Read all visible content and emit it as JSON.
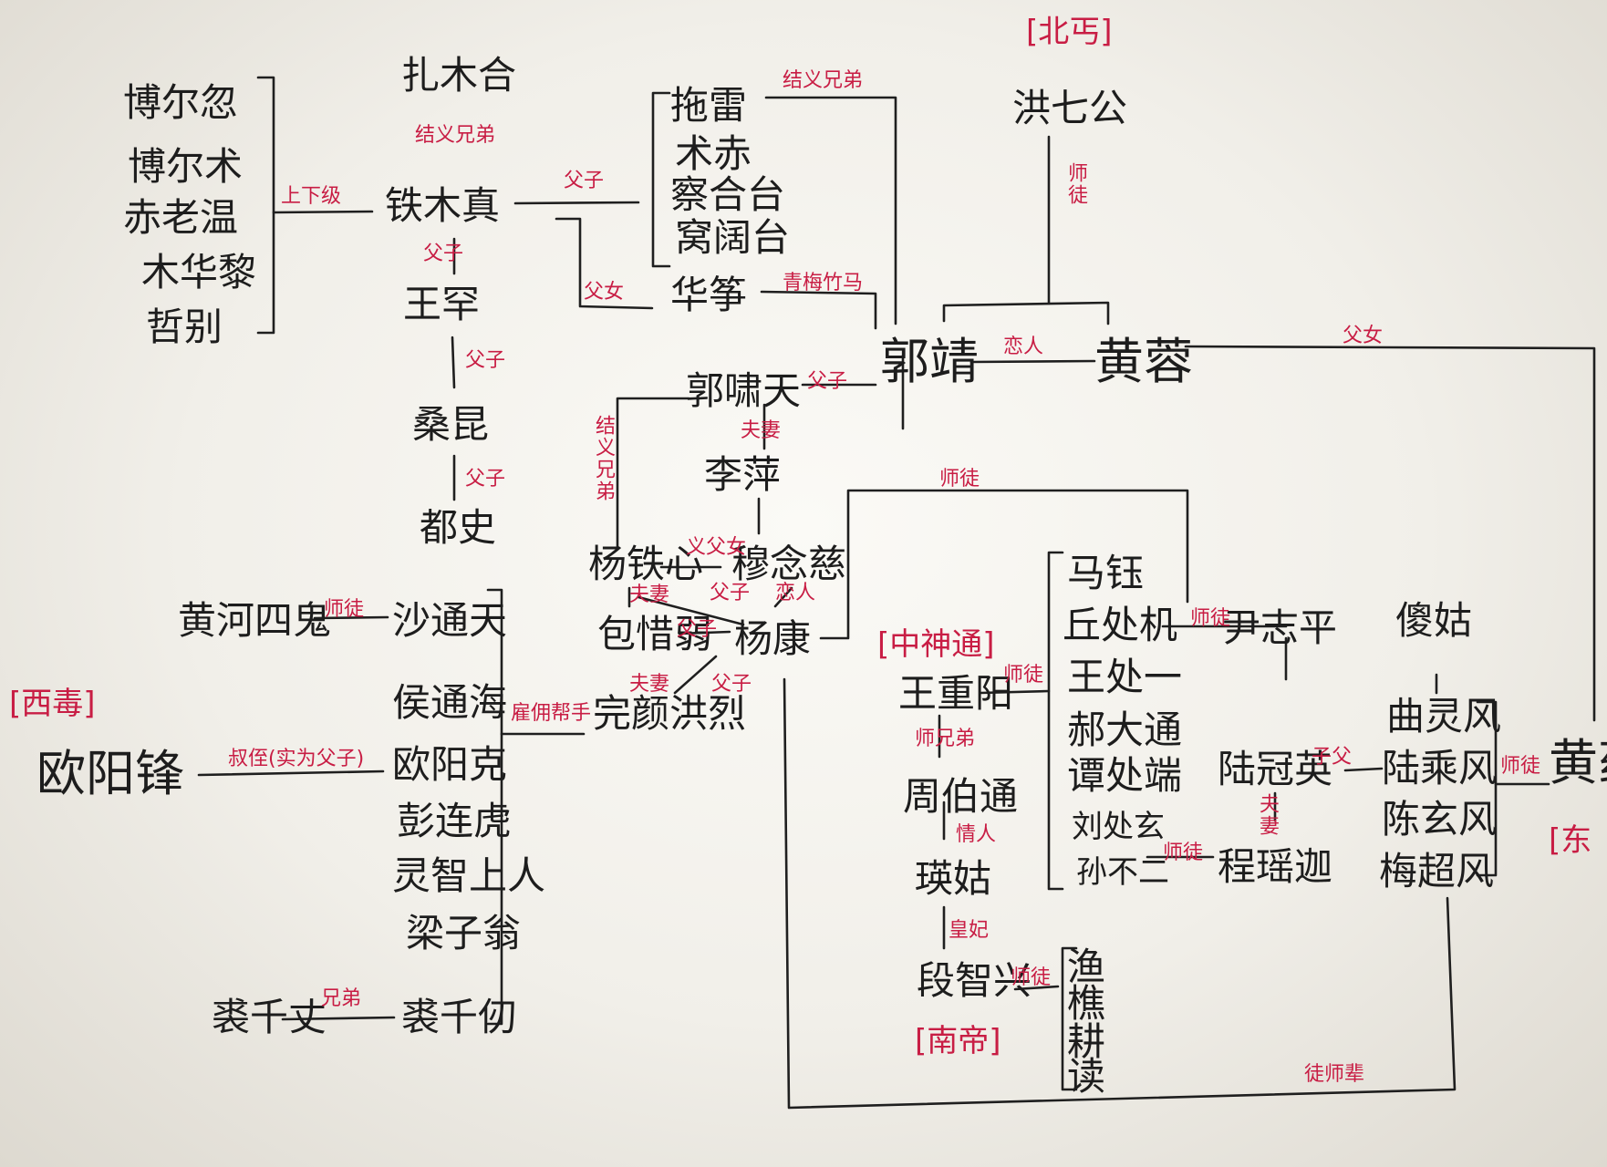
{
  "people": {
    "borhu": "博尔忽",
    "boershu": "博尔术",
    "chilaowen": "赤老温",
    "muhuali": "木华黎",
    "zhebie": "哲别",
    "zhamuhe": "扎木合",
    "tiemuzhen": "铁木真",
    "wanghan": "王罕",
    "sangkun": "桑昆",
    "dushi": "都史",
    "tuolei": "拖雷",
    "shuchi": "术赤",
    "chahetai": "察合台",
    "wokuotai": "窝阔台",
    "huazheng": "华筝",
    "hongqigong": "洪七公",
    "guojing": "郭靖",
    "huangrong": "黄蓉",
    "guoxiaotian": "郭啸天",
    "liping": "李萍",
    "yangtiexin": "杨铁心",
    "munianci": "穆念慈",
    "baoxiruo": "包惜弱",
    "yangkang": "杨康",
    "wanyanhonglie": "完颜洪烈",
    "huanghehuigui": "黄河四鬼",
    "shatongtian": "沙通天",
    "houtonghai": "侯通海",
    "ouyangke": "欧阳克",
    "pengliansh": "彭连虎",
    "lingzhishangren": "灵智上人",
    "liangziweng": "梁子翁",
    "qiuqianzhang": "裘千丈",
    "qiuqianren": "裘千仞",
    "ouyangfeng": "欧阳锋",
    "wangchongyang": "王重阳",
    "zhoubotong": "周伯通",
    "yinggu": "瑛姑",
    "duanzhixing": "段智兴",
    "yu": "渔",
    "qiao": "樵",
    "geng": "耕",
    "du": "读",
    "madiao": "马钰",
    "qiuchuji": "丘处机",
    "wangchuyi": "王处一",
    "haodatong": "郝大通",
    "tanchuduan": "谭处端",
    "liuchuxuan": "刘处玄",
    "sunbuer": "孙不二",
    "chengyaojia": "程瑶迦",
    "yinzhiping": "尹志平",
    "luguanying": "陆冠英",
    "shagu": "傻姑",
    "qulingfeng": "曲灵风",
    "luchengfeng": "陆乘风",
    "chenxuanfeng": "陈玄风",
    "meichaofeng": "梅超风",
    "huangyaoshi": "黄药"
  },
  "groups": {
    "north": "[北丐]",
    "west": "[西毒]",
    "central": "[中神通]",
    "south": "[南帝]",
    "east": "[东"
  },
  "relations": {
    "shangxiaji": "上下级",
    "jieyixiongdi_top": "结义兄弟",
    "jieyixiongdi_mid": "结义兄弟",
    "fuzi_1": "父子",
    "fuzi_2": "父子",
    "fuzi_3": "父子",
    "fuzi_4": "父子",
    "fuzi_5": "父子",
    "fuzi_6": "父子",
    "fuzi_7": "父子",
    "funv_huazheng": "父女",
    "funv_huangrong": "父女",
    "fuqi_1": "夫妻",
    "fuqi_2": "夫妻",
    "fuqi_3": "夫妻",
    "yinu": "义父女",
    "qingmeizhuma": "青梅竹马",
    "shitu_qigong": "师徒",
    "lianren_1": "恋人",
    "lianren_2": "恋人",
    "shitu_yangkang": "师徒",
    "shitu_huanghe": "师徒",
    "shitu_wang": "师徒",
    "shitu_yin": "师徒",
    "shitu_sun": "师徒",
    "shitu_huang": "师徒",
    "shitu_duan": "师徒",
    "shixiongdi": "师兄弟",
    "qingren": "情人",
    "fei": "皇妃",
    "shushi": "叔侄(实为父子)",
    "zhaolan": "雇佣帮手",
    "xiongdi": "兄弟",
    "zixiong": "子父",
    "fuqi_cheng": "夫妻",
    "chongsi": "徒师辈"
  },
  "colors": {
    "ink": "#1d1d1d",
    "red": "#c81d44"
  }
}
